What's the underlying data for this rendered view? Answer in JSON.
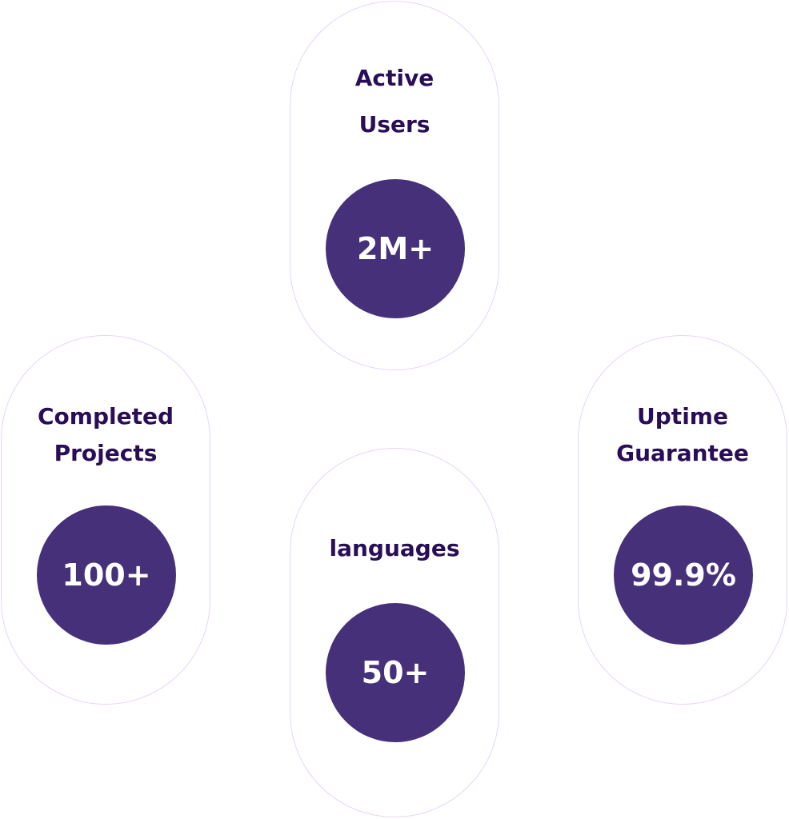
{
  "colors": {
    "pill_border": "#e9d3f8",
    "label_text": "#2a0d57",
    "circle_fill": "#47307a",
    "value_text": "#ffffff"
  },
  "stats": {
    "active_users": {
      "label_line1": "Active",
      "label_line2": "Users",
      "value": "2M+"
    },
    "completed_projects": {
      "label_line1": "Completed",
      "label_line2": "Projects",
      "value": "100+"
    },
    "languages": {
      "label_line1": "languages",
      "value": "50+"
    },
    "uptime_guarantee": {
      "label_line1": "Uptime",
      "label_line2": "Guarantee",
      "value": "99.9%"
    }
  }
}
